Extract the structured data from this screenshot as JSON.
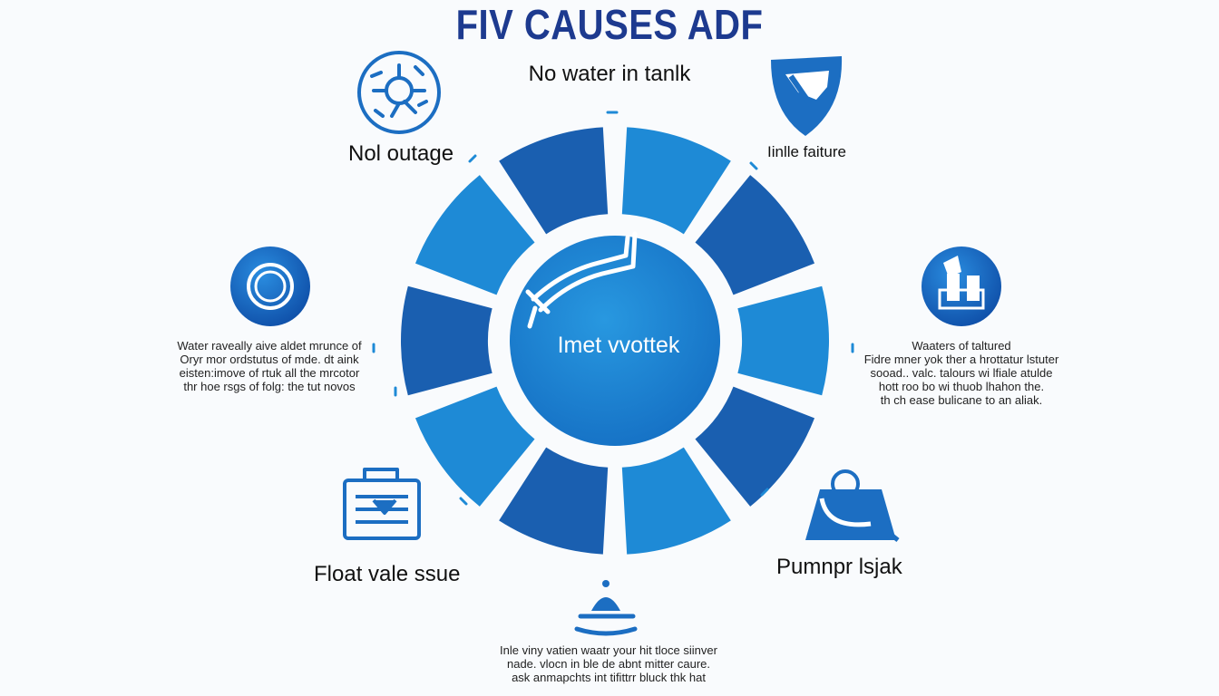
{
  "header": {
    "title": "FIV CAUSES ADF",
    "subtitle": "No water in tanlk"
  },
  "center": {
    "label": "Imet vvottek"
  },
  "causes": {
    "top_left": {
      "label": "Nol outage",
      "icon": "gear-circle-icon"
    },
    "top_right": {
      "label": "Iinlle faiture",
      "icon": "shield-icon"
    },
    "mid_left": {
      "icon": "ring-icon",
      "lines": [
        "Water raveally aive aldet mrunce of",
        "Oryr mor ordstutus of mde. dt aink",
        "eisten:imove of rtuk all the mrcotor",
        "thr hoe rsgs of folg: the tut novos"
      ]
    },
    "mid_right": {
      "icon": "faucet-icon",
      "lines": [
        "Waaters of taltured",
        "Fidre mner yok ther a hrottatur lstuter",
        "sooad.. valc. talours wi lfiale atulde",
        "hott roo bo wi thuob lhahon the.",
        "th ch ease bulicane to an aliak."
      ]
    },
    "bottom_left": {
      "label": "Float vale ssue",
      "icon": "panel-icon"
    },
    "bottom_right": {
      "label": "Pumnpr lsjak",
      "icon": "pump-icon"
    },
    "bottom": {
      "icon": "valve-icon",
      "lines": [
        "Inle viny vatien waatr your hit tloce siinver",
        "nade. vlocn in ble de abnt mitter caure.",
        "ask anmapchts int tifittrr bluck thk hat"
      ]
    }
  },
  "colors": {
    "title": "#1d3a8f",
    "ring_dark": "#1a5fb0",
    "ring_light": "#1e8ad6",
    "core": "#1b84d4",
    "icon": "#1c6ec2"
  }
}
